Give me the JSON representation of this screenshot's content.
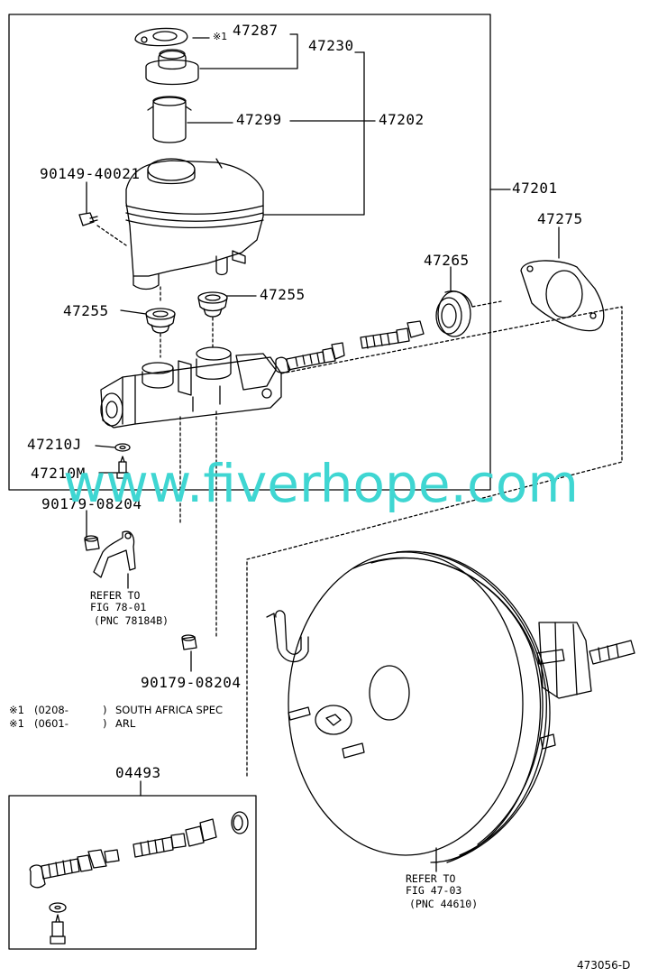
{
  "labels": {
    "p47287": "47287",
    "p47287_mark": "※1",
    "p47230": "47230",
    "p47299": "47299",
    "p47202": "47202",
    "p90149": "90149-40021",
    "p47201": "47201",
    "p47275": "47275",
    "p47265": "47265",
    "p47255_left": "47255",
    "p47255_right": "47255",
    "p47210J": "47210J",
    "p47210M": "47210M",
    "p90179_top": "90179-08204",
    "p90179_bottom": "90179-08204",
    "p04493": "04493"
  },
  "refs": {
    "fig78_line1": "REFER TO",
    "fig78_line2": "FIG 78-01",
    "fig78_line3": "(PNC 78184B)",
    "fig47_line1": "REFER TO",
    "fig47_line2": "FIG 47-03",
    "fig47_line3": "(PNC 44610)"
  },
  "notes": {
    "n1_mark": "※1",
    "n1_code": "(0208-",
    "n1_close": ")",
    "n1_text": "SOUTH AFRICA SPEC",
    "n2_mark": "※1",
    "n2_code": "(0601-",
    "n2_close": ")",
    "n2_text": "ARL"
  },
  "watermark": "www.fiverhope.com",
  "figure_id": "473056-D",
  "colors": {
    "line": "#000000",
    "watermark": "#3fd6d2"
  }
}
